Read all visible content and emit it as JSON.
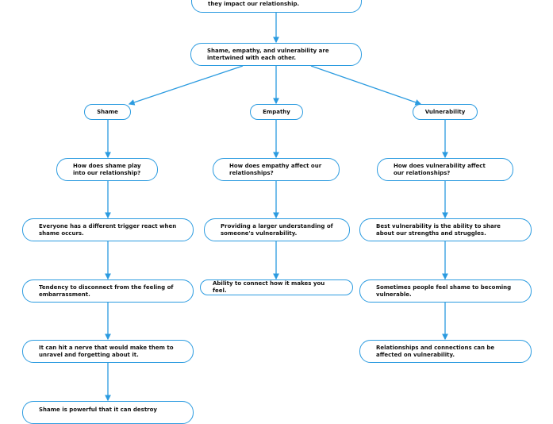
{
  "top": {
    "text": "they impact our relationship."
  },
  "root": {
    "text": "Shame, empathy, and vulnerability are intertwined with each other."
  },
  "branches": [
    {
      "label": "Shame",
      "question": "How does shame play into our relationship?",
      "items": [
        "Everyone has a different trigger react when shame occurs.",
        "Tendency to disconnect from the feeling of embarrassment.",
        "It can hit a nerve that would make them to unravel and forgetting about it.",
        "Shame is powerful that it can destroy"
      ]
    },
    {
      "label": "Empathy",
      "question": "How does empathy affect our relationships?",
      "items": [
        "Providing a larger understanding of someone's vulnerability.",
        "Ability to connect how it makes you feel."
      ]
    },
    {
      "label": "Vulnerability",
      "question": "How does vulnerability affect our relationships?",
      "items": [
        "Best vulnerability is the ability to share about our strengths and struggles.",
        "Sometimes people feel shame to becoming vulnerable.",
        "Relationships and connections can be affected on vulnerability."
      ]
    }
  ],
  "colors": {
    "line": "#2b9be0"
  }
}
